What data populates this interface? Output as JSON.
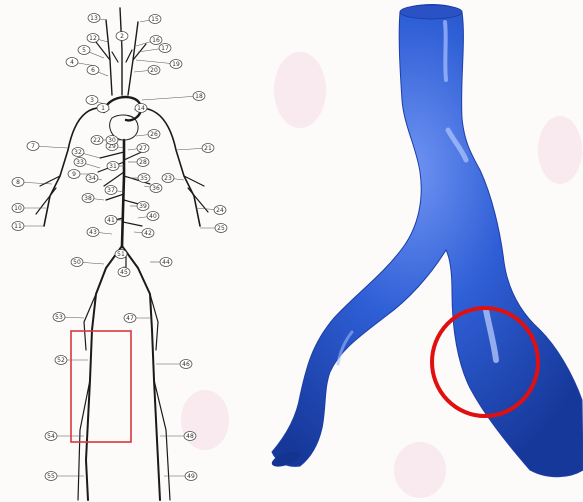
{
  "labels": [
    "1",
    "2",
    "3",
    "4",
    "5",
    "6",
    "7",
    "8",
    "9",
    "10",
    "11",
    "12",
    "13",
    "14",
    "15",
    "16",
    "17",
    "18",
    "19",
    "20",
    "21",
    "22",
    "23",
    "24",
    "25",
    "26",
    "27",
    "28",
    "29",
    "30",
    "31",
    "32",
    "33",
    "34",
    "35",
    "36",
    "37",
    "38",
    "39",
    "40",
    "41",
    "42",
    "43",
    "44",
    "45",
    "46",
    "47",
    "48",
    "49",
    "50",
    "51",
    "52",
    "53",
    "54",
    "55"
  ],
  "colors": {
    "background": "#fdfafa",
    "vessel_blue": "#2f5fd6",
    "highlight_box": "#d9363e",
    "highlight_circle": "#e01010",
    "artery_line": "#1a1a1a"
  },
  "highlights": [
    "rectangle-box",
    "red-circle"
  ]
}
